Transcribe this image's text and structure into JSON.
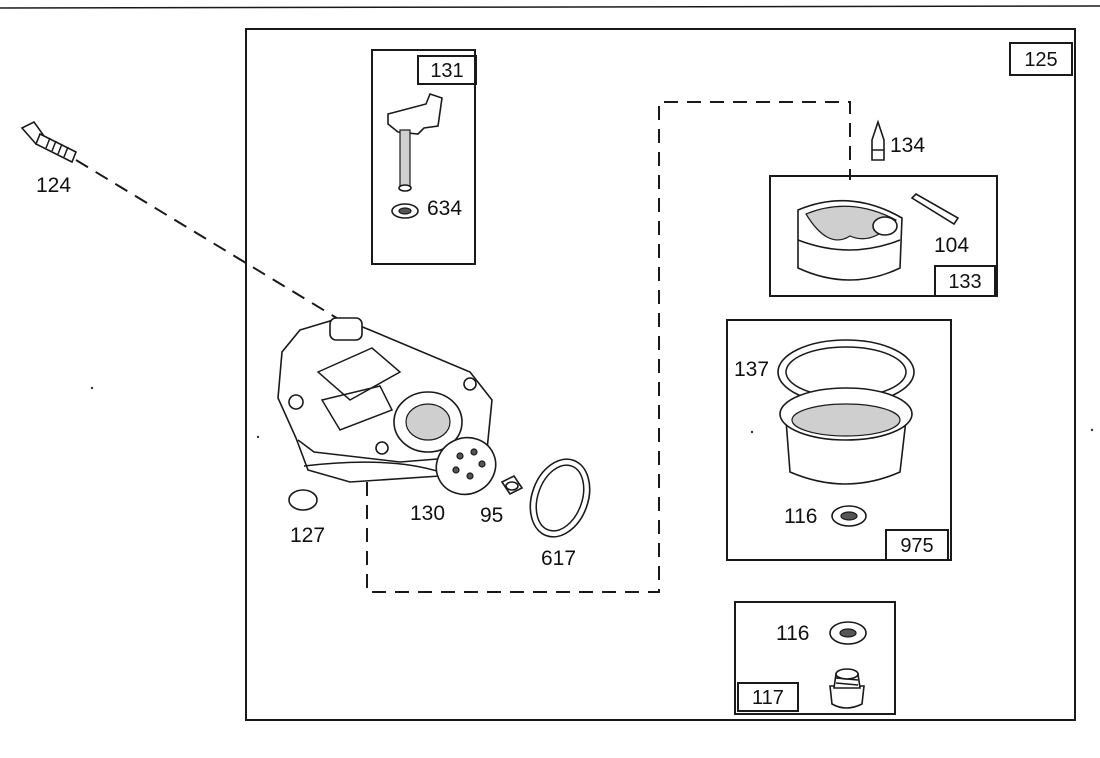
{
  "callouts": {
    "screw": "124",
    "kit_carb": "125",
    "kit_float_valve": "131",
    "float_bushing": "634",
    "needle": "134",
    "float_pin": "104",
    "kit_float": "133",
    "bowl_gasket": "137",
    "kit_bowl": "975",
    "washer_in_bowl": "116",
    "plug": "127",
    "primer_gasket": "130",
    "jet": "95",
    "o_ring": "617",
    "washer": "116",
    "kit_screw": "117"
  }
}
